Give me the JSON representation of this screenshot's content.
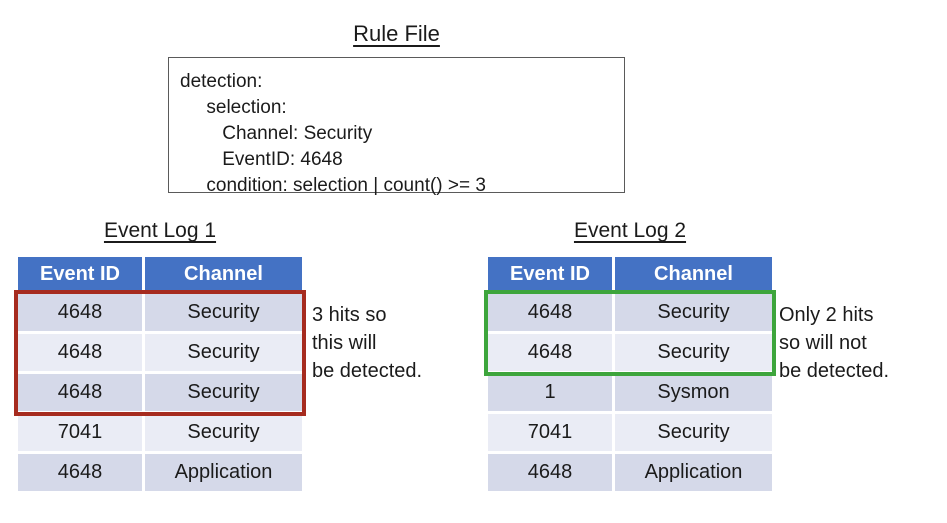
{
  "colors": {
    "header_blue": "#4472C4",
    "row_dark": "#D5D9E9",
    "row_light": "#EAECF5",
    "red_highlight": "#A62B1F",
    "green_highlight": "#3DA53C",
    "box_border": "#5A5A5A",
    "text": "#1B1B1B"
  },
  "rule_file": {
    "title": "Rule File",
    "lines": [
      "detection:",
      "     selection:",
      "        Channel: Security",
      "        EventID: 4648",
      "     condition: selection | count() >= 3"
    ]
  },
  "event_log_1": {
    "title": "Event Log 1",
    "columns": [
      "Event ID",
      "Channel"
    ],
    "rows": [
      [
        "4648",
        "Security"
      ],
      [
        "4648",
        "Security"
      ],
      [
        "4648",
        "Security"
      ],
      [
        "7041",
        "Security"
      ],
      [
        "4648",
        "Application"
      ]
    ],
    "highlight": {
      "rows": "1-3",
      "color": "#A62B1F"
    },
    "annotation": [
      "3 hits so",
      "this will",
      "be detected."
    ]
  },
  "event_log_2": {
    "title": "Event Log 2",
    "columns": [
      "Event ID",
      "Channel"
    ],
    "rows": [
      [
        "4648",
        "Security"
      ],
      [
        "4648",
        "Security"
      ],
      [
        "1",
        "Sysmon"
      ],
      [
        "7041",
        "Security"
      ],
      [
        "4648",
        "Application"
      ]
    ],
    "highlight": {
      "rows": "1-2",
      "color": "#3DA53C"
    },
    "annotation": [
      "Only 2 hits",
      "so will not",
      "be detected."
    ]
  }
}
